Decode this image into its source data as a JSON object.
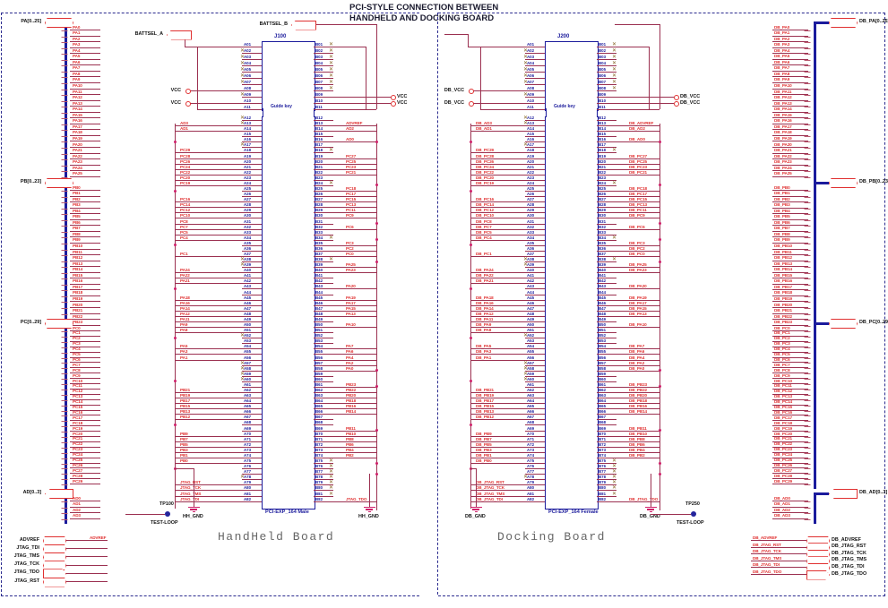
{
  "title": "PCI-STYLE CONNECTION BETWEEN\nHANDHELD AND DOCKING BOARD",
  "title_line1": "PCI-STYLE CONNECTION BETWEEN",
  "title_line2": "HANDHELD AND DOCKING BOARD",
  "handheld": {
    "board_name": "HandHeld Board",
    "connector": {
      "ref": "J100",
      "name": "PCI-EXP_164 Male",
      "guide_key": "Guide key"
    },
    "ground_label": "HH_GND",
    "testpoint": {
      "ref": "TP100",
      "label": "TEST-LOOP"
    },
    "top_ports": [
      {
        "label": "BATTSEL_A",
        "dir": "in"
      },
      {
        "label": "BATTSEL_B",
        "dir": "in"
      }
    ],
    "power_labels": [
      "VCC",
      "VCC",
      "VCC",
      "VCC"
    ],
    "buses": [
      {
        "label": "PA[0..25]",
        "prefix": "PA",
        "from": 0,
        "to": 25
      },
      {
        "label": "PB[0..23]",
        "prefix": "PB",
        "from": 0,
        "to": 23
      },
      {
        "label": "PC[0..29]",
        "prefix": "PC",
        "from": 0,
        "to": 29
      },
      {
        "label": "AD[0..3]",
        "prefix": "AD",
        "from": 0,
        "to": 3
      }
    ],
    "single_ports": [
      "ADVREF",
      "JTAG_TDI",
      "JTAG_TMS",
      "JTAG_TCK",
      "JTAG_TDO",
      "JTAG_RST"
    ],
    "left_nets": [
      {
        "pin": "A13",
        "net": "AD3"
      },
      {
        "pin": "A14",
        "net": "AD1"
      },
      {
        "pin": "A18",
        "net": "PC29"
      },
      {
        "pin": "A19",
        "net": "PC28"
      },
      {
        "pin": "A20",
        "net": "PC26"
      },
      {
        "pin": "A21",
        "net": "PC24"
      },
      {
        "pin": "A22",
        "net": "PC22"
      },
      {
        "pin": "A23",
        "net": "PC20"
      },
      {
        "pin": "A24",
        "net": "PC19"
      },
      {
        "pin": "A27",
        "net": "PC16"
      },
      {
        "pin": "A28",
        "net": "PC14"
      },
      {
        "pin": "A29",
        "net": "PC12"
      },
      {
        "pin": "A30",
        "net": "PC10"
      },
      {
        "pin": "A31",
        "net": "PC8"
      },
      {
        "pin": "A32",
        "net": "PC7"
      },
      {
        "pin": "A33",
        "net": "PC5"
      },
      {
        "pin": "A34",
        "net": "PC4"
      },
      {
        "pin": "A37",
        "net": "PC1"
      },
      {
        "pin": "A40",
        "net": "PA24"
      },
      {
        "pin": "A41",
        "net": "PA22"
      },
      {
        "pin": "A42",
        "net": "PA21"
      },
      {
        "pin": "A45",
        "net": "PA18"
      },
      {
        "pin": "A46",
        "net": "PA16"
      },
      {
        "pin": "A47",
        "net": "PA14"
      },
      {
        "pin": "A48",
        "net": "PA12"
      },
      {
        "pin": "A49",
        "net": "PA11"
      },
      {
        "pin": "A50",
        "net": "PA9"
      },
      {
        "pin": "A51",
        "net": "PA8"
      },
      {
        "pin": "A54",
        "net": "PA5"
      },
      {
        "pin": "A55",
        "net": "PA3"
      },
      {
        "pin": "A56",
        "net": "PA1"
      },
      {
        "pin": "A62",
        "net": "PB21"
      },
      {
        "pin": "A63",
        "net": "PB19"
      },
      {
        "pin": "A64",
        "net": "PB17"
      },
      {
        "pin": "A65",
        "net": "PB15"
      },
      {
        "pin": "A66",
        "net": "PB13"
      },
      {
        "pin": "A67",
        "net": "PB12"
      },
      {
        "pin": "A70",
        "net": "PB9"
      },
      {
        "pin": "A71",
        "net": "PB7"
      },
      {
        "pin": "A72",
        "net": "PB5"
      },
      {
        "pin": "A73",
        "net": "PB3"
      },
      {
        "pin": "A74",
        "net": "PB1"
      },
      {
        "pin": "A75",
        "net": "PB0"
      },
      {
        "pin": "A79",
        "net": "JTAG_RST"
      },
      {
        "pin": "A80",
        "net": "JTAG_TCK"
      },
      {
        "pin": "A81",
        "net": "JTAG_TMS"
      },
      {
        "pin": "A82",
        "net": "JTAG_TDI"
      }
    ],
    "right_nets": [
      {
        "pin": "B13",
        "net": "ADVREF"
      },
      {
        "pin": "B14",
        "net": "AD2"
      },
      {
        "pin": "B16",
        "net": "AD0"
      },
      {
        "pin": "B19",
        "net": "PC27"
      },
      {
        "pin": "B20",
        "net": "PC25"
      },
      {
        "pin": "B21",
        "net": "PC23"
      },
      {
        "pin": "B22",
        "net": "PC21"
      },
      {
        "pin": "B25",
        "net": "PC18"
      },
      {
        "pin": "B26",
        "net": "PC17"
      },
      {
        "pin": "B27",
        "net": "PC15"
      },
      {
        "pin": "B28",
        "net": "PC13"
      },
      {
        "pin": "B29",
        "net": "PC11"
      },
      {
        "pin": "B30",
        "net": "PC9"
      },
      {
        "pin": "B32",
        "net": "PC6"
      },
      {
        "pin": "B35",
        "net": "PC3"
      },
      {
        "pin": "B36",
        "net": "PC2"
      },
      {
        "pin": "B37",
        "net": "PC0"
      },
      {
        "pin": "B39",
        "net": "PA25"
      },
      {
        "pin": "B40",
        "net": "PA23"
      },
      {
        "pin": "B43",
        "net": "PA20"
      },
      {
        "pin": "B45",
        "net": "PA19"
      },
      {
        "pin": "B46",
        "net": "PA17"
      },
      {
        "pin": "B47",
        "net": "PA15"
      },
      {
        "pin": "B48",
        "net": "PA13"
      },
      {
        "pin": "B50",
        "net": "PA10"
      },
      {
        "pin": "B54",
        "net": "PA7"
      },
      {
        "pin": "B55",
        "net": "PA6"
      },
      {
        "pin": "B56",
        "net": "PA4"
      },
      {
        "pin": "B57",
        "net": "PA2"
      },
      {
        "pin": "B58",
        "net": "PA0"
      },
      {
        "pin": "B61",
        "net": "PB23"
      },
      {
        "pin": "B62",
        "net": "PB22"
      },
      {
        "pin": "B63",
        "net": "PB20"
      },
      {
        "pin": "B64",
        "net": "PB18"
      },
      {
        "pin": "B65",
        "net": "PB16"
      },
      {
        "pin": "B66",
        "net": "PB14"
      },
      {
        "pin": "B69",
        "net": "PB11"
      },
      {
        "pin": "B70",
        "net": "PB10"
      },
      {
        "pin": "B71",
        "net": "PB8"
      },
      {
        "pin": "B72",
        "net": "PB6"
      },
      {
        "pin": "B73",
        "net": "PB4"
      },
      {
        "pin": "B74",
        "net": "PB2"
      },
      {
        "pin": "B82",
        "net": "JTAG_TDO"
      }
    ]
  },
  "docking": {
    "board_name": "Docking Board",
    "connector": {
      "ref": "J200",
      "name": "PCI-EXP_164 Female",
      "guide_key": "Guide key"
    },
    "ground_label": "DB_GND",
    "testpoint": {
      "ref": "TP250",
      "label": "TEST-LOOP"
    },
    "power_labels": [
      "DB_VCC",
      "DB_VCC",
      "DB_VCC",
      "DB_VCC"
    ],
    "buses": [
      {
        "label": "DB_PA[0..25]",
        "prefix": "DB_PA",
        "from": 0,
        "to": 25
      },
      {
        "label": "DB_PB[0..23]",
        "prefix": "DB_PB",
        "from": 0,
        "to": 23
      },
      {
        "label": "DB_PC[0..29]",
        "prefix": "DB_PC",
        "from": 0,
        "to": 29
      },
      {
        "label": "DB_AD[0..3]",
        "prefix": "DB_AD",
        "from": 0,
        "to": 3
      }
    ],
    "single_ports": [
      "DB_ADVREF",
      "DB_JTAG_RST",
      "DB_JTAG_TCK",
      "DB_JTAG_TMS",
      "DB_JTAG_TDI",
      "DB_JTAG_TDO"
    ],
    "left_nets": [
      {
        "pin": "A13",
        "net": "DB_AD3"
      },
      {
        "pin": "A14",
        "net": "DB_AD1"
      },
      {
        "pin": "A18",
        "net": "DB_PC29"
      },
      {
        "pin": "A19",
        "net": "DB_PC28"
      },
      {
        "pin": "A20",
        "net": "DB_PC26"
      },
      {
        "pin": "A21",
        "net": "DB_PC24"
      },
      {
        "pin": "A22",
        "net": "DB_PC22"
      },
      {
        "pin": "A23",
        "net": "DB_PC20"
      },
      {
        "pin": "A24",
        "net": "DB_PC19"
      },
      {
        "pin": "A27",
        "net": "DB_PC16"
      },
      {
        "pin": "A28",
        "net": "DB_PC14"
      },
      {
        "pin": "A29",
        "net": "DB_PC12"
      },
      {
        "pin": "A30",
        "net": "DB_PC10"
      },
      {
        "pin": "A31",
        "net": "DB_PC8"
      },
      {
        "pin": "A32",
        "net": "DB_PC7"
      },
      {
        "pin": "A33",
        "net": "DB_PC5"
      },
      {
        "pin": "A34",
        "net": "DB_PC4"
      },
      {
        "pin": "A37",
        "net": "DB_PC1"
      },
      {
        "pin": "A40",
        "net": "DB_PA24"
      },
      {
        "pin": "A41",
        "net": "DB_PA22"
      },
      {
        "pin": "A42",
        "net": "DB_PA21"
      },
      {
        "pin": "A45",
        "net": "DB_PA18"
      },
      {
        "pin": "A46",
        "net": "DB_PA16"
      },
      {
        "pin": "A47",
        "net": "DB_PA14"
      },
      {
        "pin": "A48",
        "net": "DB_PA12"
      },
      {
        "pin": "A49",
        "net": "DB_PA11"
      },
      {
        "pin": "A50",
        "net": "DB_PA9"
      },
      {
        "pin": "A51",
        "net": "DB_PA8"
      },
      {
        "pin": "A54",
        "net": "DB_PA5"
      },
      {
        "pin": "A55",
        "net": "DB_PA3"
      },
      {
        "pin": "A56",
        "net": "DB_PA1"
      },
      {
        "pin": "A62",
        "net": "DB_PB21"
      },
      {
        "pin": "A63",
        "net": "DB_PB19"
      },
      {
        "pin": "A64",
        "net": "DB_PB17"
      },
      {
        "pin": "A65",
        "net": "DB_PB15"
      },
      {
        "pin": "A66",
        "net": "DB_PB13"
      },
      {
        "pin": "A67",
        "net": "DB_PB12"
      },
      {
        "pin": "A70",
        "net": "DB_PB9"
      },
      {
        "pin": "A71",
        "net": "DB_PB7"
      },
      {
        "pin": "A72",
        "net": "DB_PB5"
      },
      {
        "pin": "A73",
        "net": "DB_PB3"
      },
      {
        "pin": "A74",
        "net": "DB_PB1"
      },
      {
        "pin": "A75",
        "net": "DB_PB0"
      },
      {
        "pin": "A79",
        "net": "DB_JTAG_RST"
      },
      {
        "pin": "A80",
        "net": "DB_JTAG_TCK"
      },
      {
        "pin": "A81",
        "net": "DB_JTAG_TMS"
      },
      {
        "pin": "A82",
        "net": "DB_JTAG_TDI"
      }
    ],
    "right_nets": [
      {
        "pin": "B13",
        "net": "DB_ADVREF"
      },
      {
        "pin": "B14",
        "net": "DB_AD2"
      },
      {
        "pin": "B16",
        "net": "DB_AD0"
      },
      {
        "pin": "B19",
        "net": "DB_PC27"
      },
      {
        "pin": "B20",
        "net": "DB_PC25"
      },
      {
        "pin": "B21",
        "net": "DB_PC23"
      },
      {
        "pin": "B22",
        "net": "DB_PC21"
      },
      {
        "pin": "B25",
        "net": "DB_PC18"
      },
      {
        "pin": "B26",
        "net": "DB_PC17"
      },
      {
        "pin": "B27",
        "net": "DB_PC15"
      },
      {
        "pin": "B28",
        "net": "DB_PC13"
      },
      {
        "pin": "B29",
        "net": "DB_PC11"
      },
      {
        "pin": "B30",
        "net": "DB_PC9"
      },
      {
        "pin": "B32",
        "net": "DB_PC6"
      },
      {
        "pin": "B35",
        "net": "DB_PC3"
      },
      {
        "pin": "B36",
        "net": "DB_PC2"
      },
      {
        "pin": "B37",
        "net": "DB_PC0"
      },
      {
        "pin": "B39",
        "net": "DB_PA25"
      },
      {
        "pin": "B40",
        "net": "DB_PA23"
      },
      {
        "pin": "B43",
        "net": "DB_PA20"
      },
      {
        "pin": "B45",
        "net": "DB_PA19"
      },
      {
        "pin": "B46",
        "net": "DB_PA17"
      },
      {
        "pin": "B47",
        "net": "DB_PA15"
      },
      {
        "pin": "B48",
        "net": "DB_PA13"
      },
      {
        "pin": "B50",
        "net": "DB_PA10"
      },
      {
        "pin": "B54",
        "net": "DB_PA7"
      },
      {
        "pin": "B55",
        "net": "DB_PA6"
      },
      {
        "pin": "B56",
        "net": "DB_PA4"
      },
      {
        "pin": "B57",
        "net": "DB_PA2"
      },
      {
        "pin": "B58",
        "net": "DB_PA0"
      },
      {
        "pin": "B61",
        "net": "DB_PB23"
      },
      {
        "pin": "B62",
        "net": "DB_PB22"
      },
      {
        "pin": "B63",
        "net": "DB_PB20"
      },
      {
        "pin": "B64",
        "net": "DB_PB18"
      },
      {
        "pin": "B65",
        "net": "DB_PB16"
      },
      {
        "pin": "B66",
        "net": "DB_PB14"
      },
      {
        "pin": "B69",
        "net": "DB_PB11"
      },
      {
        "pin": "B70",
        "net": "DB_PB10"
      },
      {
        "pin": "B71",
        "net": "DB_PB8"
      },
      {
        "pin": "B72",
        "net": "DB_PB6"
      },
      {
        "pin": "B73",
        "net": "DB_PB4"
      },
      {
        "pin": "B74",
        "net": "DB_PB2"
      },
      {
        "pin": "B82",
        "net": "DB_JTAG_TDO"
      }
    ]
  },
  "colors": {
    "wire": "#9b3050",
    "net_text": "#e03030",
    "pin_text": "#20207a",
    "bus": "#1b1b9c",
    "junction": "#cf1f6a",
    "sheet_border": "#2b2b8f"
  }
}
